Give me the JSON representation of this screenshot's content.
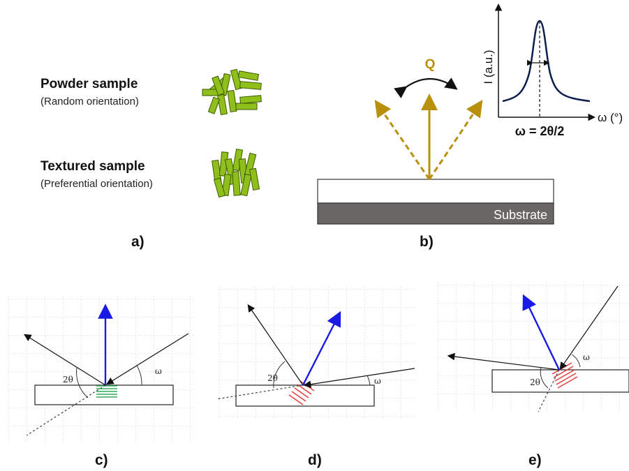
{
  "panel_a": {
    "powder_title": "Powder sample",
    "powder_sub": "(Random orientation)",
    "textured_title": "Textured sample",
    "textured_sub": "(Preferential orientation)",
    "label": "a)",
    "crystal_color": "#8fbf1a"
  },
  "panel_b": {
    "q_label": "Q",
    "substrate_label": "Substrate",
    "label": "b)",
    "gold_color": "#b8900e",
    "substrate_color": "#6b6666",
    "inset": {
      "ylabel": "I (a.u.)",
      "xlabel": "ω (°)",
      "formula": "ω = 2θ/2",
      "curve_color": "#0d1f4f"
    }
  },
  "panel_c": {
    "label": "c)",
    "two_theta": "2θ",
    "omega": "ω",
    "plane_color": "#2eae5a"
  },
  "panel_d": {
    "label": "d)",
    "two_theta": "2θ",
    "omega": "ω",
    "plane_color": "#e23c3c"
  },
  "panel_e": {
    "label": "e)",
    "two_theta": "2θ",
    "omega": "ω",
    "plane_color": "#e23c3c"
  },
  "vector_color": "#1a1ae6"
}
